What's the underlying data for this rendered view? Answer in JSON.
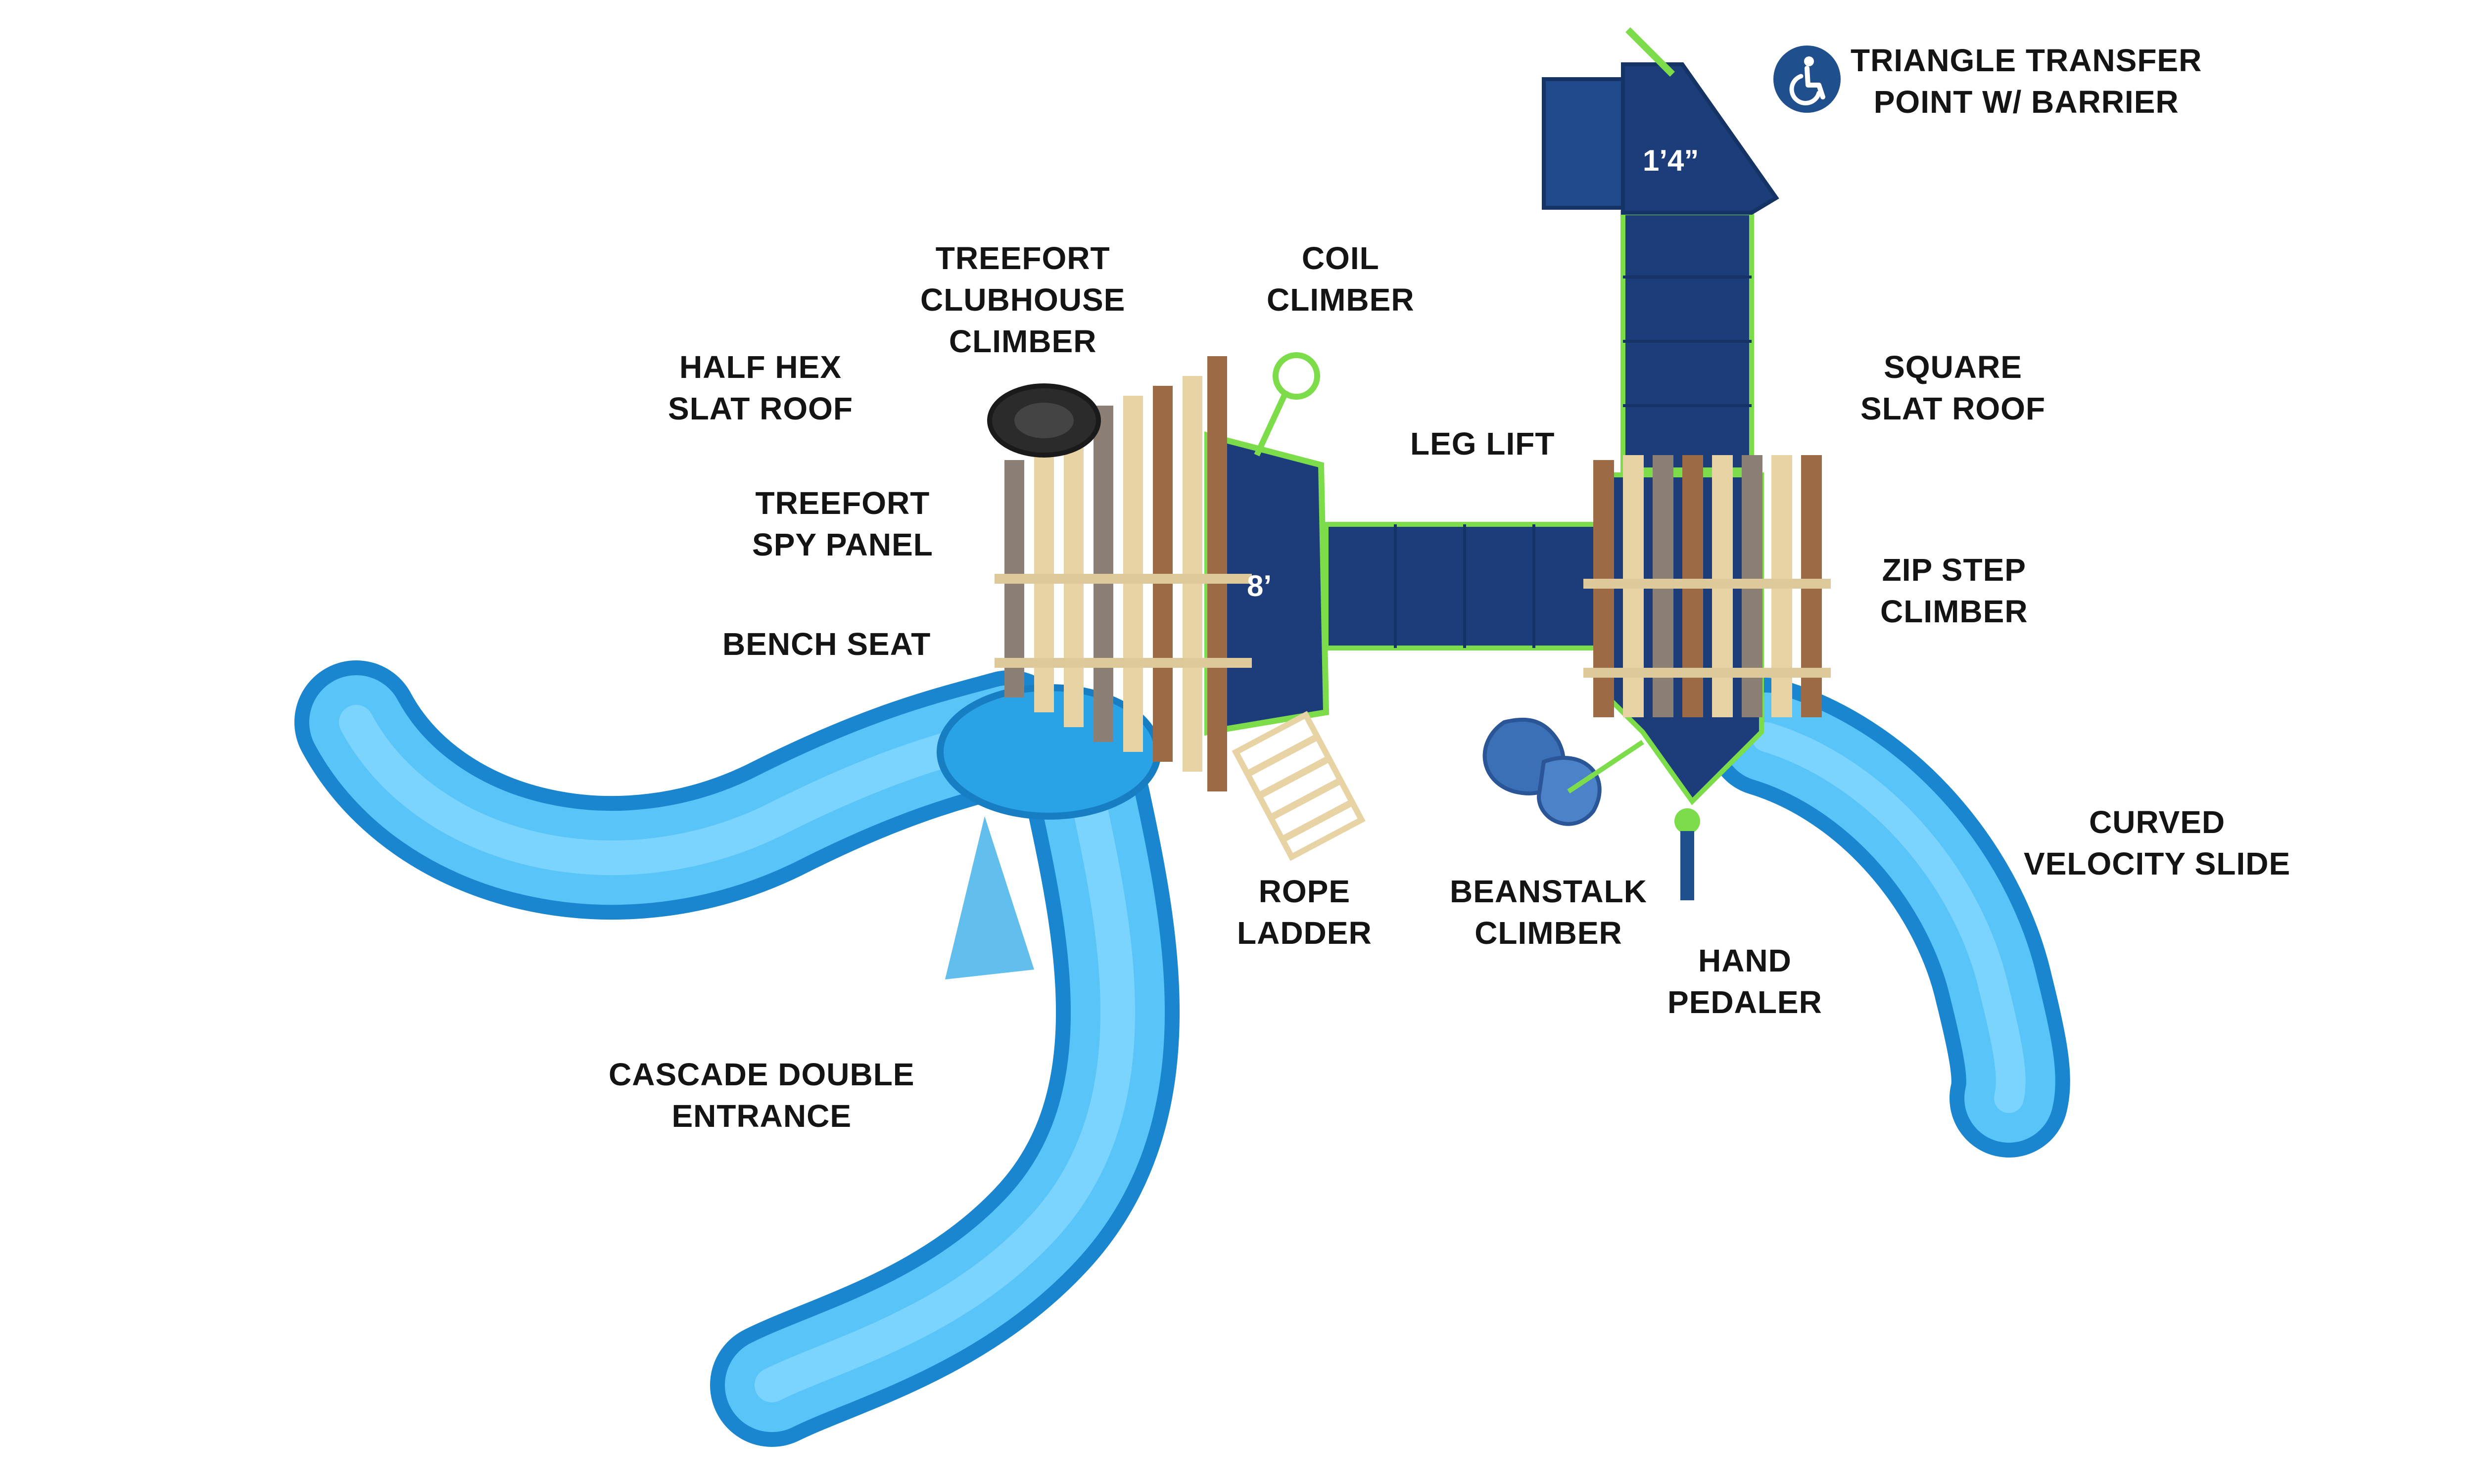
{
  "colors": {
    "slide_blue": "#2aa6e8",
    "deck_navy": "#1c3d7a",
    "trim_green": "#7ddc4a",
    "wood_light": "#e8d3a4",
    "wood_brown": "#9c6a44",
    "wood_gray": "#8c7f76",
    "leaf_blue": "#3b6fb6"
  },
  "labels": {
    "triangle_transfer": [
      "TRIANGLE TRANSFER",
      "POINT W/ BARRIER"
    ],
    "treefort_clubhouse": [
      "TREEFORT",
      "CLUBHOUSE",
      "CLIMBER"
    ],
    "coil_climber": [
      "COIL",
      "CLIMBER"
    ],
    "half_hex": [
      "HALF HEX",
      "SLAT ROOF"
    ],
    "square_slat_roof": [
      "SQUARE",
      "SLAT ROOF"
    ],
    "leg_lift": [
      "LEG LIFT"
    ],
    "treefort_spy": [
      "TREEFORT",
      "SPY PANEL"
    ],
    "zip_step": [
      "ZIP STEP",
      "CLIMBER"
    ],
    "bench_seat": [
      "BENCH SEAT"
    ],
    "curved_velocity": [
      "CURVED",
      "VELOCITY SLIDE"
    ],
    "rope_ladder": [
      "ROPE",
      "LADDER"
    ],
    "beanstalk": [
      "BEANSTALK",
      "CLIMBER"
    ],
    "hand_pedaler": [
      "HAND",
      "PEDALER"
    ],
    "cascade": [
      "CASCADE DOUBLE",
      "ENTRANCE"
    ]
  },
  "dimensions": {
    "deck_height_left": "8’",
    "deck_height_top": "1’4”"
  },
  "icons": {
    "accessibility": "wheelchair-accessibility-icon"
  }
}
